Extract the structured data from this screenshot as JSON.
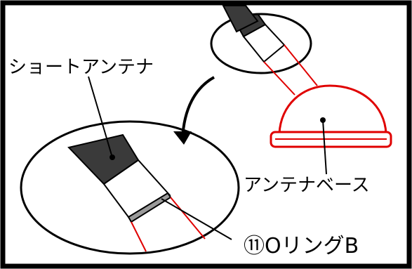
{
  "labels": {
    "short_antenna": "ショートアンテナ",
    "antenna_base": "アンテナベース",
    "o_ring": "⑪OリングB"
  },
  "colors": {
    "outline": "#000000",
    "highlight": "#e00000",
    "antenna_dark": "#3a3a3a",
    "background": "#ffffff",
    "ring_gray": "#9a9a9a"
  }
}
